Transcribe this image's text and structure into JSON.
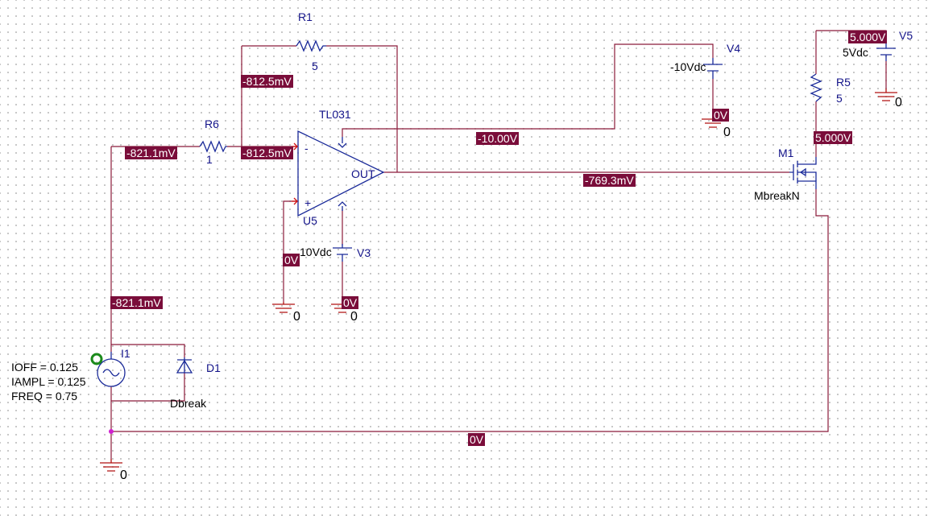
{
  "components": {
    "r1": {
      "ref": "R1",
      "value": "5"
    },
    "r6": {
      "ref": "R6",
      "value": "1"
    },
    "r5": {
      "ref": "R5",
      "value": "5"
    },
    "opamp": {
      "model": "TL031",
      "ref": "U5",
      "out_label": "OUT",
      "minus": "-",
      "plus": "+"
    },
    "v4": {
      "ref": "V4",
      "value": "-10Vdc"
    },
    "v3": {
      "ref": "V3",
      "value": "10Vdc"
    },
    "v5": {
      "ref": "V5",
      "value": "5Vdc"
    },
    "m1": {
      "ref": "M1",
      "model": "MbreakN"
    },
    "d1": {
      "ref": "D1",
      "model": "Dbreak"
    },
    "i1": {
      "ref": "I1",
      "ioff": "IOFF = 0.125",
      "iampl": "IAMPL = 0.125",
      "freq": "FREQ = 0.75"
    }
  },
  "grounds": {
    "label": "0"
  },
  "voltage_markers": {
    "r1_left": "-812.5mV",
    "r6_right": "-812.5mV",
    "r6_left": "-821.1mV",
    "i1_top": "-821.1mV",
    "opamp_vminus": "-10.00V",
    "opamp_out": "-769.3mV",
    "v4_gnd": "0V",
    "v3_gnd": "0V",
    "plus_in": "0V",
    "v5_top": "5.000V",
    "m1_drain": "5.000V",
    "bottom_rail": "0V"
  },
  "colors": {
    "wire": "#8b1a3a",
    "device": "#1a2a99",
    "marker_bg": "#7a0d3a",
    "ground": "#b01010"
  }
}
